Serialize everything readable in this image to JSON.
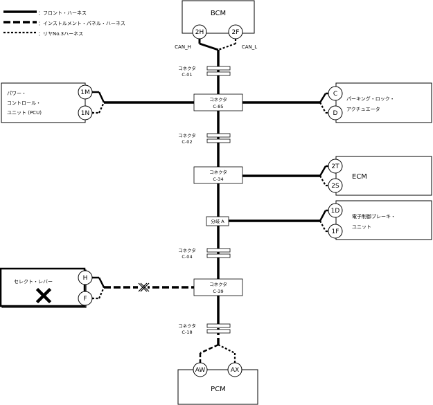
{
  "legend": [
    {
      "style": "solid",
      "label": "：フロント・ハーネス"
    },
    {
      "style": "dash",
      "label": "：インストルメント・パネル・ハーネス"
    },
    {
      "style": "dot",
      "label": "：リヤNo.3ハーネス"
    }
  ],
  "bcm": {
    "name": "BCM",
    "pin_h": "2H",
    "pin_l": "2F",
    "can_h": "CAN_H",
    "can_l": "CAN_L"
  },
  "connectors": {
    "c01": {
      "line1": "コネクタ",
      "line2": "C-01"
    },
    "c85": {
      "line1": "コネクタ",
      "line2": "C-85"
    },
    "c02": {
      "line1": "コネクタ",
      "line2": "C-02"
    },
    "c34": {
      "line1": "コネクタ",
      "line2": "C-34"
    },
    "branch_a": {
      "line1": "分岐 A"
    },
    "c04": {
      "line1": "コネクタ",
      "line2": "C-04"
    },
    "c39": {
      "line1": "コネクタ",
      "line2": "C-39"
    },
    "c18": {
      "line1": "コネクタ",
      "line2": "C-18"
    }
  },
  "pcu": {
    "line1": "パワー・",
    "line2": "コントロール・",
    "line3": "ユニット (PCU)",
    "pin_top": "1M",
    "pin_bot": "1N"
  },
  "parking": {
    "line1": "パーキング・ロック・",
    "line2": "アクチュエータ",
    "pin_top": "C",
    "pin_bot": "D"
  },
  "ecm": {
    "name": "ECM",
    "pin_top": "2T",
    "pin_bot": "2S"
  },
  "brake": {
    "line1": "電子制御ブレーキ・",
    "line2": "ユニット",
    "pin_top": "1D",
    "pin_bot": "1F"
  },
  "select_lever": {
    "name": "セレクト・レバー",
    "pin_top": "H",
    "pin_bot": "F"
  },
  "pcm": {
    "name": "PCM",
    "pin_left": "AW",
    "pin_right": "AX"
  }
}
